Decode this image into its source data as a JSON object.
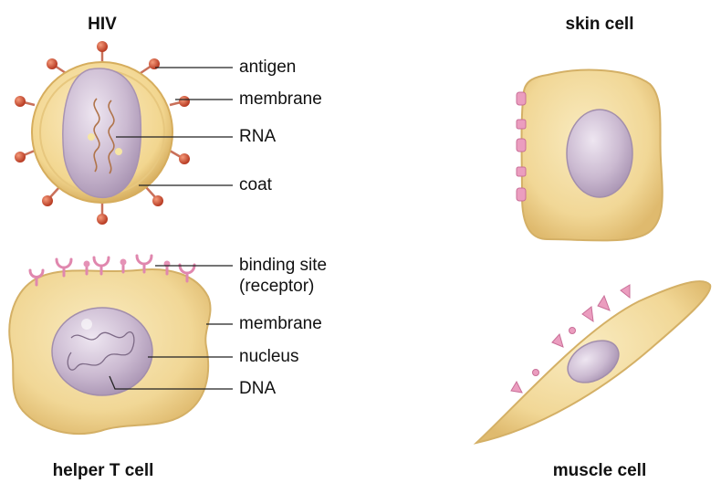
{
  "titles": {
    "hiv": "HIV",
    "skin_cell": "skin cell",
    "helper_t_cell": "helper T cell",
    "muscle_cell": "muscle cell"
  },
  "hiv_labels": {
    "antigen": "antigen",
    "membrane": "membrane",
    "rna": "RNA",
    "coat": "coat"
  },
  "t_cell_labels": {
    "binding_site_line1": "binding site",
    "binding_site_line2": "(receptor)",
    "membrane": "membrane",
    "nucleus": "nucleus",
    "dna": "DNA"
  },
  "colors": {
    "cell_body": "#f3dc9c",
    "cell_edge": "#d9b86a",
    "nucleus": "#cdbfd4",
    "receptor": "#e592b6",
    "antigen": "#d9583a",
    "leader_line": "#222222"
  }
}
